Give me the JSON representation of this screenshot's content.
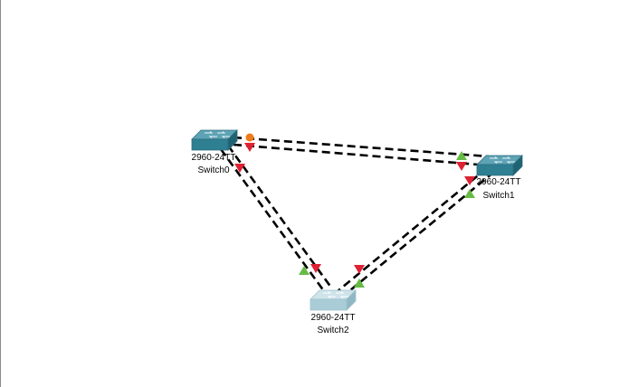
{
  "colors": {
    "background": "#ffffff",
    "cable": "#000000",
    "link_up": "#66bb44",
    "link_down": "#dd2233",
    "link_blocking": "#f07a1a",
    "switch_active_top": "#5ea3b5",
    "switch_active_front": "#2f7f93",
    "switch_active_side": "#1f6274",
    "switch_dim_top": "#cfe3ea",
    "switch_dim_front": "#a9ccd7",
    "switch_dim_side": "#8fb7c4"
  },
  "devices": [
    {
      "id": "switch0",
      "model": "2960-24TT",
      "name": "Switch0",
      "state": "active"
    },
    {
      "id": "switch1",
      "model": "2960-24TT",
      "name": "Switch1",
      "state": "active"
    },
    {
      "id": "switch2",
      "model": "2960-24TT",
      "name": "Switch2",
      "state": "dim"
    }
  ],
  "links": [
    {
      "from": "switch0",
      "to": "switch1",
      "count": 2,
      "style": "dashed"
    },
    {
      "from": "switch0",
      "to": "switch2",
      "count": 2,
      "style": "dashed"
    },
    {
      "from": "switch1",
      "to": "switch2",
      "count": 2,
      "style": "dashed"
    }
  ],
  "port_indicators": [
    {
      "icon": "circle",
      "state": "blocking"
    },
    {
      "icon": "triangle-down",
      "state": "down"
    },
    {
      "icon": "triangle-down",
      "state": "down"
    },
    {
      "icon": "triangle-up",
      "state": "up"
    },
    {
      "icon": "triangle-down",
      "state": "down"
    },
    {
      "icon": "triangle-down",
      "state": "down"
    },
    {
      "icon": "triangle-up",
      "state": "up"
    },
    {
      "icon": "triangle-up",
      "state": "up"
    },
    {
      "icon": "triangle-down",
      "state": "down"
    },
    {
      "icon": "triangle-down",
      "state": "down"
    },
    {
      "icon": "triangle-up",
      "state": "up"
    }
  ]
}
